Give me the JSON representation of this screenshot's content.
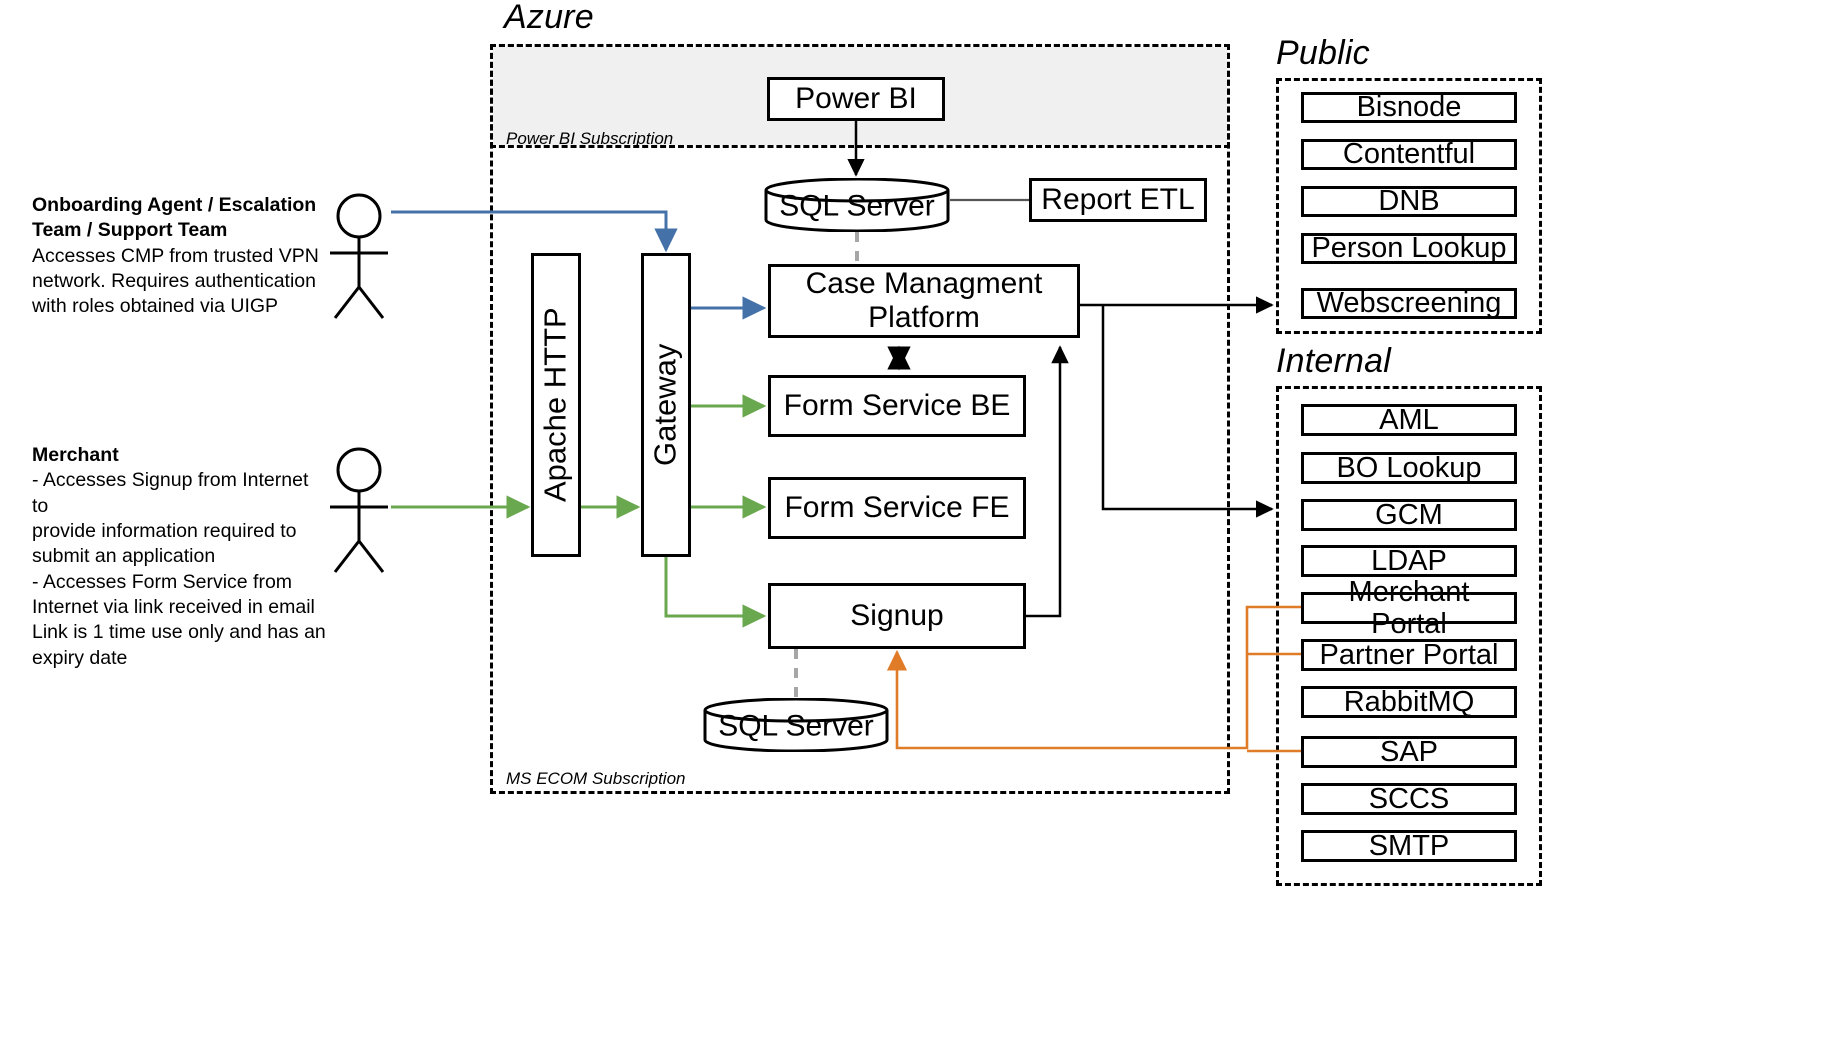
{
  "diagram": {
    "title_hidden": "",
    "zones": {
      "azure": {
        "label": "Azure",
        "sub_top": "Power BI Subscription",
        "sub_bottom": "MS ECOM Subscription"
      },
      "public": {
        "label": "Public"
      },
      "internal": {
        "label": "Internal"
      }
    },
    "actors": [
      {
        "name": "onboarding-agent",
        "heading": "Onboarding Agent / Escalation Team / Support Team",
        "lines": [
          "Accesses CMP from trusted VPN",
          "network. Requires authentication",
          "with roles obtained via UIGP"
        ],
        "heading_lines": [
          "Onboarding Agent / Escalation",
          "Team / Support Team"
        ]
      },
      {
        "name": "merchant",
        "heading": "Merchant",
        "lines": [
          "- Accesses Signup from Internet to",
          "provide information required to",
          "submit an application",
          "- Accesses Form Service from",
          "Internet via link received in email",
          "Link is 1 time use only and has an",
          "expiry date"
        ],
        "heading_lines": [
          "Merchant"
        ]
      }
    ],
    "nodes": {
      "power_bi": "Power BI",
      "sql_server_top": "SQL Server",
      "sql_server_bottom": "SQL Server",
      "report_etl": "Report ETL",
      "apache_http": "Apache HTTP",
      "gateway": "Gateway",
      "case_management_platform": "Case Managment Platform",
      "case_management_platform_l1": "Case Managment",
      "case_management_platform_l2": "Platform",
      "form_service_be": "Form Service BE",
      "form_service_fe": "Form Service FE",
      "signup": "Signup"
    },
    "public_services": [
      "Bisnode",
      "Contentful",
      "DNB",
      "Person Lookup",
      "Webscreening"
    ],
    "internal_services": [
      "AML",
      "BO Lookup",
      "GCM",
      "LDAP",
      "Merchant Portal",
      "Partner Portal",
      "RabbitMQ",
      "SAP",
      "SCCS",
      "SMTP"
    ],
    "colors": {
      "blue_flow": "#4472a8",
      "green_flow": "#6aa84f",
      "orange_flow": "#e07b28",
      "black_flow": "#000000",
      "gray_dashed": "#a6a6a6",
      "shade_band": "#f0f0f0",
      "boundary": "#000000"
    }
  }
}
